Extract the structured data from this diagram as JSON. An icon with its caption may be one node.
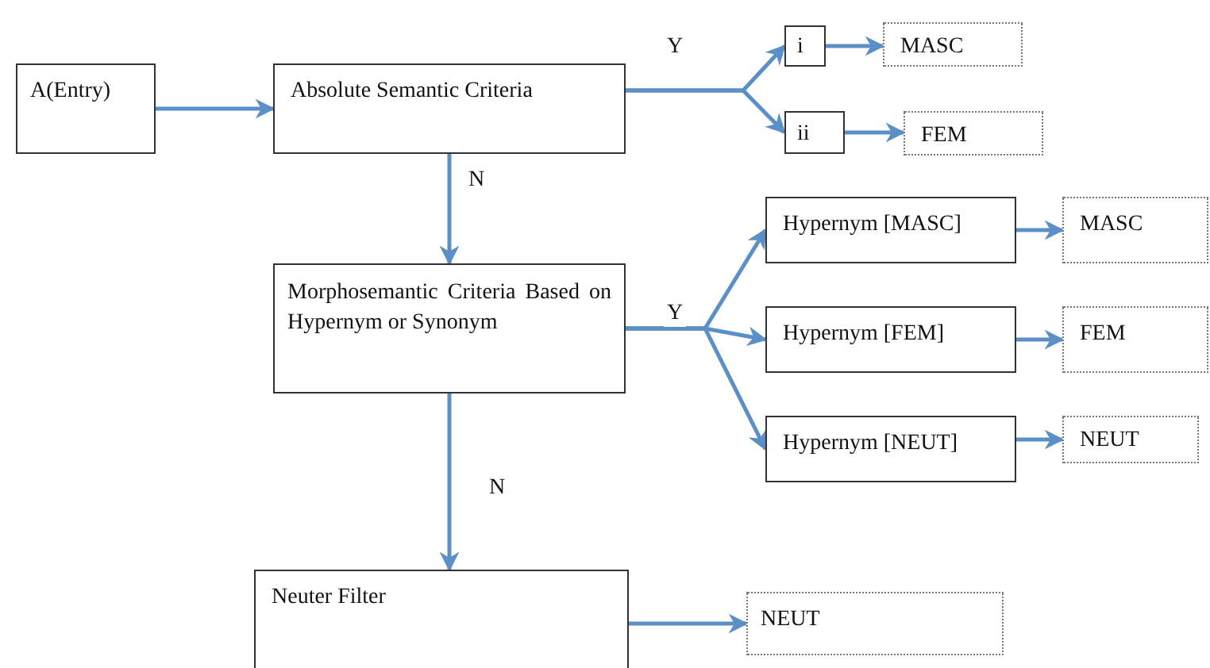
{
  "diagram": {
    "nodes": [
      {
        "text": [
          "A(Entry)"
        ]
      },
      {
        "text": [
          "Absolute Semantic Criteria"
        ]
      },
      {
        "text": [
          "i"
        ]
      },
      {
        "text": [
          "MASC"
        ]
      },
      {
        "text": [
          "ii"
        ]
      },
      {
        "text": [
          "FEM"
        ]
      },
      {
        "text": [
          "Morphosemantic Criteria Based on Hypernym or Synonym"
        ]
      },
      {
        "text": [
          "Hypernym [MASC]"
        ]
      },
      {
        "text": [
          "MASC"
        ]
      },
      {
        "text": [
          "Hypernym [FEM]"
        ]
      },
      {
        "text": [
          "FEM"
        ]
      },
      {
        "text": [
          "Hypernym [NEUT]"
        ]
      },
      {
        "text": [
          "NEUT"
        ]
      },
      {
        "text": [
          "Neuter Filter"
        ]
      },
      {
        "text": [
          "NEUT"
        ]
      }
    ],
    "edges": [
      {
        "from": 0,
        "to": 1,
        "arrow": "to"
      },
      {
        "from": 1,
        "to": 2,
        "arrow": "to",
        "label": "Y"
      },
      {
        "from": 1,
        "to": 4,
        "arrow": "to"
      },
      {
        "from": 2,
        "to": 3,
        "arrow": "to"
      },
      {
        "from": 4,
        "to": 5,
        "arrow": "to"
      },
      {
        "from": 1,
        "to": 6,
        "arrow": "to",
        "label": "N"
      },
      {
        "from": 6,
        "to": 7,
        "arrow": "to",
        "label": "Y"
      },
      {
        "from": 6,
        "to": 9,
        "arrow": "to"
      },
      {
        "from": 6,
        "to": 11,
        "arrow": "to"
      },
      {
        "from": 7,
        "to": 8,
        "arrow": "to"
      },
      {
        "from": 9,
        "to": 10,
        "arrow": "to"
      },
      {
        "from": 11,
        "to": 12,
        "arrow": "to"
      },
      {
        "from": 6,
        "to": 13,
        "arrow": "to",
        "label": "N"
      },
      {
        "from": 13,
        "to": 14,
        "arrow": "to"
      }
    ]
  }
}
